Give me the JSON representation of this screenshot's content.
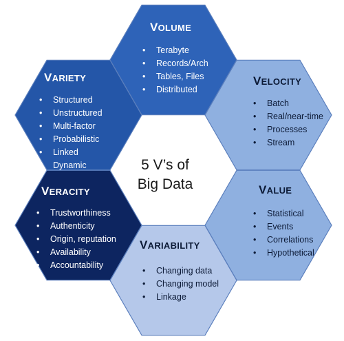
{
  "center": {
    "line1": "5 V’s of",
    "line2": "Big Data"
  },
  "hexagons": {
    "volume": {
      "title_first": "V",
      "title_rest": "OLUME",
      "items": [
        "Terabyte",
        "Records/Arch",
        "Tables, Files",
        "Distributed"
      ],
      "fill": "#2e63b8"
    },
    "velocity": {
      "title_first": "V",
      "title_rest": "ELOCITY",
      "items": [
        "Batch",
        "Real/near-time",
        "Processes",
        "Stream"
      ],
      "fill": "#8fb0e0"
    },
    "value": {
      "title_first": "V",
      "title_rest": "ALUE",
      "items": [
        "Statistical",
        "Events",
        "Correlations",
        "Hypothetical"
      ],
      "fill": "#8fb0e0"
    },
    "variability": {
      "title_first": "V",
      "title_rest": "ARIABILITY",
      "items": [
        "Changing data",
        "Changing model",
        "Linkage"
      ],
      "fill": "#b5c8ea"
    },
    "veracity": {
      "title_first": "V",
      "title_rest": "ERACITY",
      "items": [
        "Trustworthiness",
        "Authenticity",
        "Origin, reputation",
        "Availability",
        "Accountability"
      ],
      "fill": "#0d2560"
    },
    "variety": {
      "title_first": "V",
      "title_rest": "ARIETY",
      "items": [
        "Structured",
        "Unstructured",
        "Multi-factor",
        "Probabilistic",
        "Linked",
        "Dynamic"
      ],
      "fill": "#2456a8"
    }
  },
  "colors": {
    "center_fill": "#ffffff",
    "stroke": "#5b7fbd",
    "dark_text": "#0c1a36",
    "light_text": "#ffffff"
  }
}
